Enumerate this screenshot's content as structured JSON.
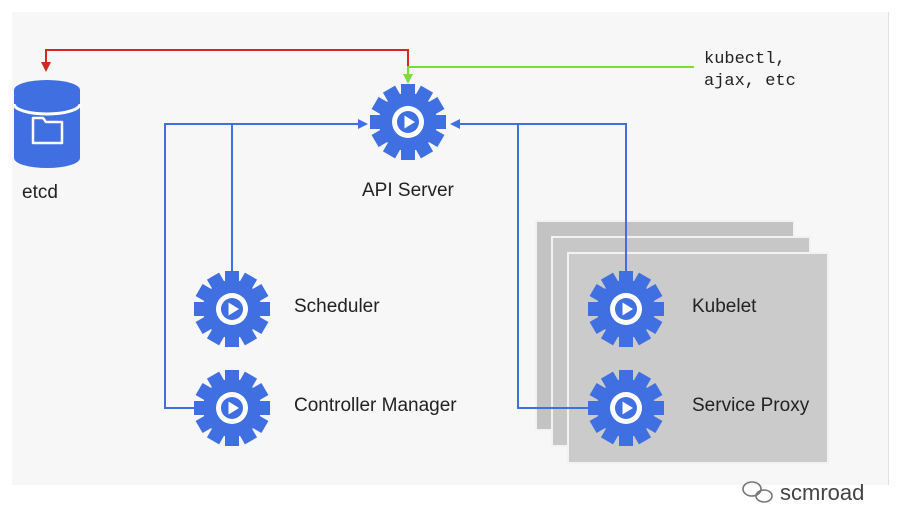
{
  "colors": {
    "gear": "#3f6fe0",
    "connector_blue": "#3f6fe0",
    "connector_red": "#d02a20",
    "connector_green": "#7bdc3a",
    "node_panel": "#c9c9c9",
    "etcd": "#3f6fe0"
  },
  "nodes": {
    "etcd": {
      "label": "etcd",
      "icon": "database-folder-icon"
    },
    "api_server": {
      "label": "API Server",
      "icon": "gear-play-icon"
    },
    "scheduler": {
      "label": "Scheduler",
      "icon": "gear-play-icon"
    },
    "controller_manager": {
      "label": "Controller Manager",
      "icon": "gear-play-icon"
    },
    "kubelet": {
      "label": "Kubelet",
      "icon": "gear-play-icon"
    },
    "service_proxy": {
      "label": "Service Proxy",
      "icon": "gear-play-icon"
    }
  },
  "clients": {
    "line1": "kubectl,",
    "line2": "ajax, etc"
  },
  "watermark": {
    "text": "scmroad",
    "icon": "wechat-icon"
  }
}
